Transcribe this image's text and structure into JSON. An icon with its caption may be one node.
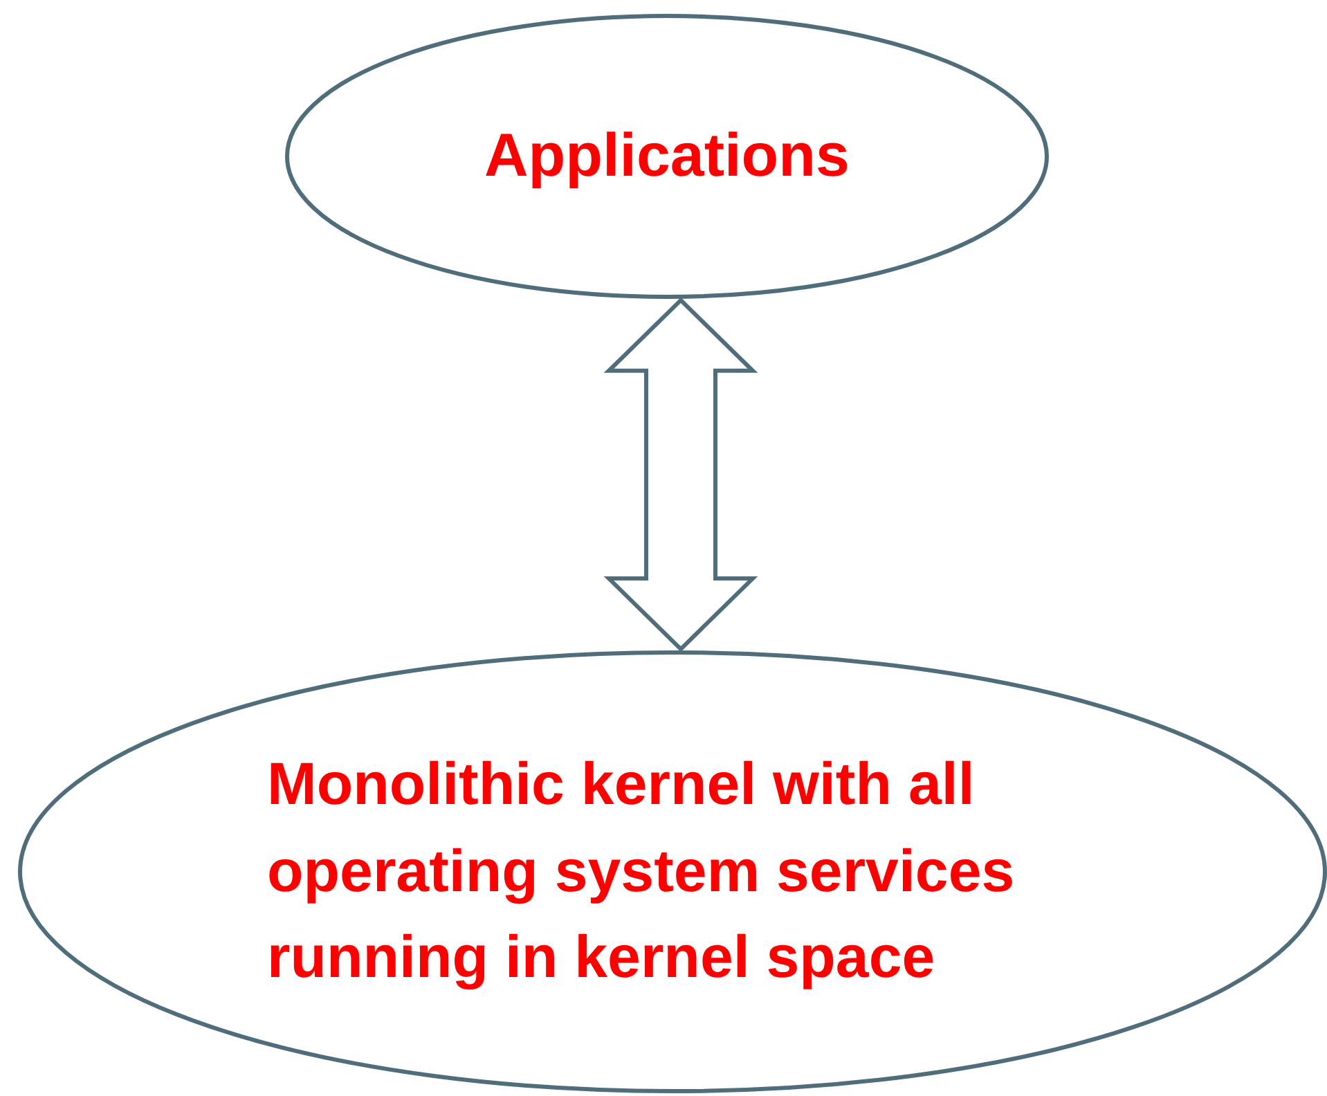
{
  "diagram": {
    "nodes": [
      {
        "text": [
          "Applications"
        ]
      },
      {
        "text": [
          "Monolithic kernel with all operating system services running in kernel space"
        ]
      }
    ],
    "edges": [
      {
        "from": 0,
        "to": 1,
        "arrow": "both"
      }
    ]
  }
}
